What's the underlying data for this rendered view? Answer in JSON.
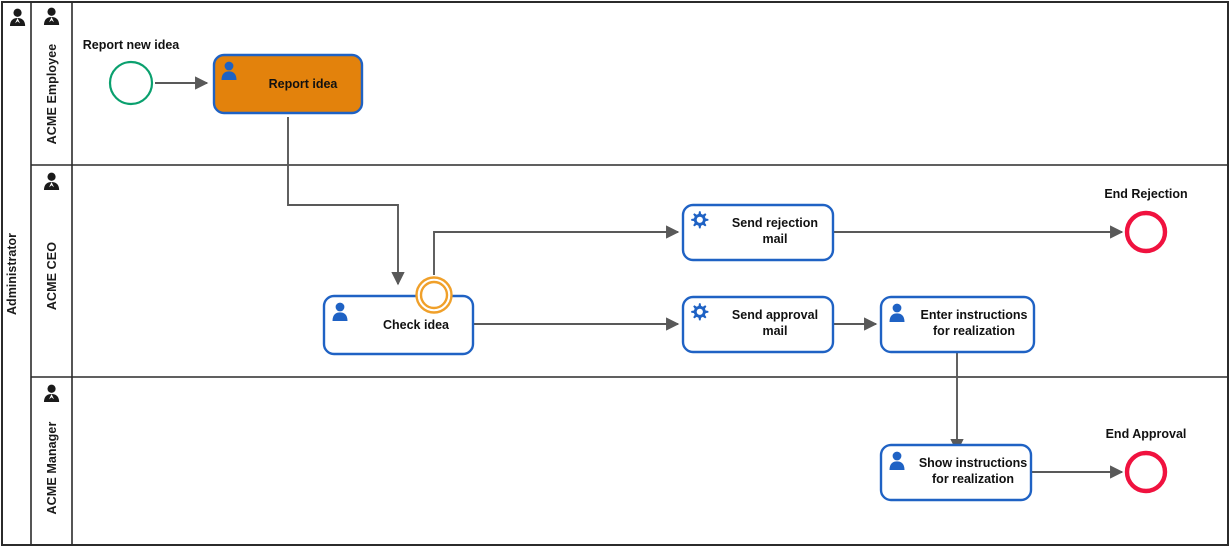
{
  "diagram": {
    "type": "bpmn-process-diagram",
    "pool": {
      "label": "Administrator",
      "icon": "user-role-icon"
    },
    "lanes": [
      {
        "id": "lane-employee",
        "label": "ACME Employee",
        "icon": "user-role-icon"
      },
      {
        "id": "lane-ceo",
        "label": "ACME CEO",
        "icon": "user-role-icon"
      },
      {
        "id": "lane-manager",
        "label": "ACME Manager",
        "icon": "user-role-icon"
      }
    ],
    "events": [
      {
        "id": "start-report-new-idea",
        "label": "Report new idea",
        "kind": "start-event",
        "lane": "lane-employee",
        "color": "#0aa06e"
      },
      {
        "id": "boundary-check-idea",
        "label": "",
        "kind": "boundary-event",
        "lane": "lane-ceo",
        "color": "#f0a02a"
      },
      {
        "id": "end-rejection",
        "label": "End Rejection",
        "kind": "end-event",
        "lane": "lane-ceo",
        "color": "#f0123f"
      },
      {
        "id": "end-approval",
        "label": "End Approval",
        "kind": "end-event",
        "lane": "lane-manager",
        "color": "#f0123f"
      }
    ],
    "tasks": [
      {
        "id": "task-report-idea",
        "label": "Report idea",
        "line1": "Report idea",
        "line2": "",
        "kind": "user-task",
        "icon": "user-task-icon",
        "lane": "lane-employee",
        "highlighted": true,
        "fill": "#e3820c",
        "stroke": "#1f62c4"
      },
      {
        "id": "task-check-idea",
        "label": "Check idea",
        "line1": "Check idea",
        "line2": "",
        "kind": "user-task",
        "icon": "user-task-icon",
        "lane": "lane-ceo",
        "highlighted": false,
        "fill": "#ffffff",
        "stroke": "#1f62c4"
      },
      {
        "id": "task-send-rejection-mail",
        "label": "Send rejection mail",
        "line1": "Send rejection",
        "line2": "mail",
        "kind": "service-task",
        "icon": "service-task-gear-icon",
        "lane": "lane-ceo",
        "highlighted": false,
        "fill": "#ffffff",
        "stroke": "#1f62c4"
      },
      {
        "id": "task-send-approval-mail",
        "label": "Send approval mail",
        "line1": "Send approval",
        "line2": "mail",
        "kind": "service-task",
        "icon": "service-task-gear-icon",
        "lane": "lane-ceo",
        "highlighted": false,
        "fill": "#ffffff",
        "stroke": "#1f62c4"
      },
      {
        "id": "task-enter-instructions",
        "label": "Enter instructions for realization",
        "line1": "Enter instructions",
        "line2": "for realization",
        "kind": "user-task",
        "icon": "user-task-icon",
        "lane": "lane-ceo",
        "highlighted": false,
        "fill": "#ffffff",
        "stroke": "#1f62c4"
      },
      {
        "id": "task-show-instructions",
        "label": "Show instructions for realization",
        "line1": "Show instructions",
        "line2": "for realization",
        "kind": "user-task",
        "icon": "user-task-icon",
        "lane": "lane-manager",
        "highlighted": false,
        "fill": "#ffffff",
        "stroke": "#1f62c4"
      }
    ],
    "flows": [
      {
        "id": "flow-start-to-report",
        "from": "start-report-new-idea",
        "to": "task-report-idea"
      },
      {
        "id": "flow-report-to-check",
        "from": "task-report-idea",
        "to": "task-check-idea"
      },
      {
        "id": "flow-boundary-to-rejection",
        "from": "boundary-check-idea",
        "to": "task-send-rejection-mail"
      },
      {
        "id": "flow-rejection-to-end",
        "from": "task-send-rejection-mail",
        "to": "end-rejection"
      },
      {
        "id": "flow-check-to-approval",
        "from": "task-check-idea",
        "to": "task-send-approval-mail"
      },
      {
        "id": "flow-approval-to-enter",
        "from": "task-send-approval-mail",
        "to": "task-enter-instructions"
      },
      {
        "id": "flow-enter-to-show",
        "from": "task-enter-instructions",
        "to": "task-show-instructions"
      },
      {
        "id": "flow-show-to-end",
        "from": "task-show-instructions",
        "to": "end-approval"
      }
    ],
    "colors": {
      "highlight_fill": "#e3820c",
      "task_stroke": "#1f62c4",
      "flow_stroke": "#595959",
      "lane_border": "#2b2b2b",
      "start_event": "#0aa06e",
      "end_event": "#f0123f",
      "boundary_event": "#f0a02a",
      "icon_blue": "#1f62c4",
      "text": "#111111"
    }
  }
}
